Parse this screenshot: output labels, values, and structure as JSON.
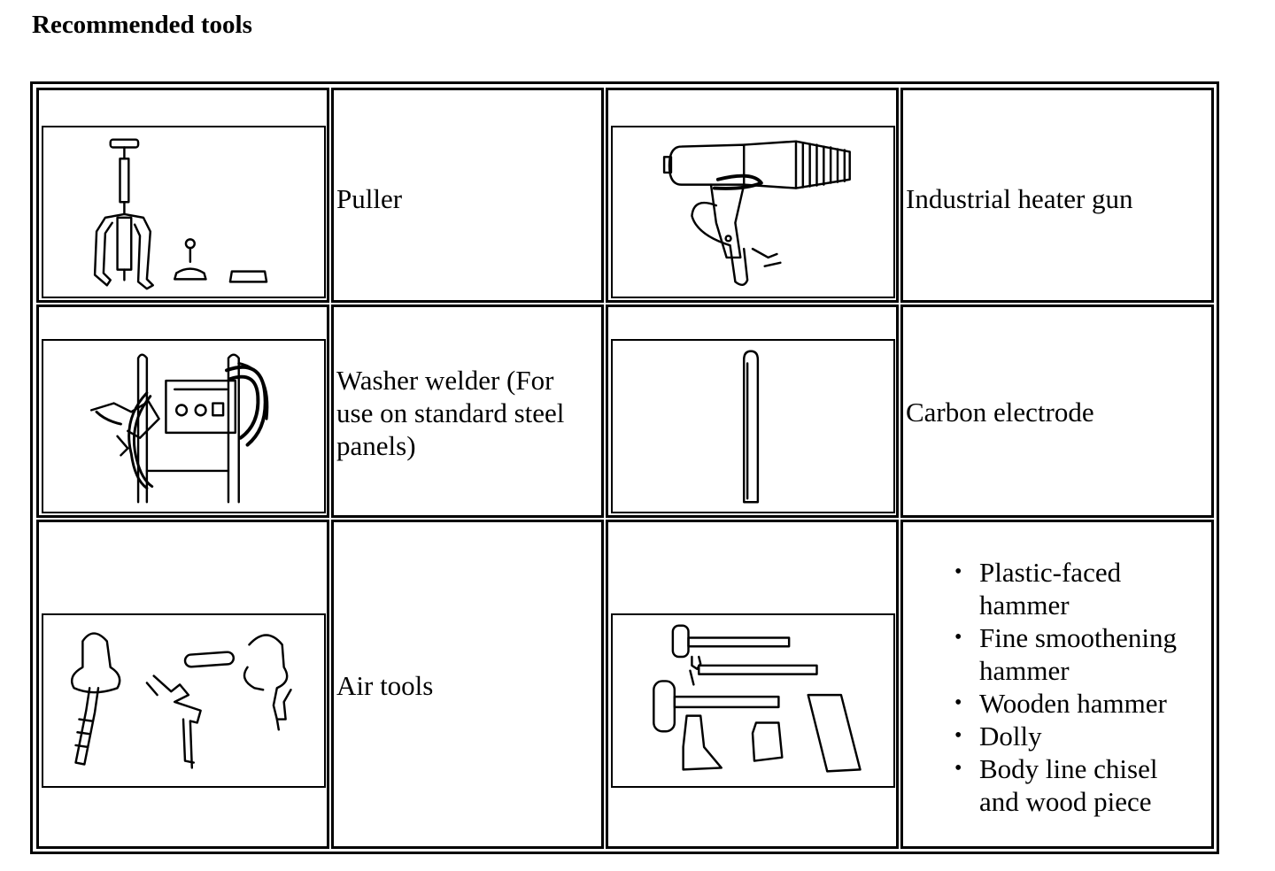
{
  "page": {
    "title": "Recommended tools"
  },
  "tools": [
    {
      "icon": "puller-icon",
      "label": "Puller"
    },
    {
      "icon": "heater-gun-icon",
      "label": "Industrial heater gun"
    },
    {
      "icon": "washer-welder-icon",
      "label": "Washer welder (For use on standard steel panels)"
    },
    {
      "icon": "carbon-electrode-icon",
      "label": "Carbon electrode"
    },
    {
      "icon": "air-tools-icon",
      "label": "Air tools"
    },
    {
      "icon": "hammers-dolly-icon",
      "label": ""
    }
  ],
  "hammer_list": [
    "Plastic-faced hammer",
    "Fine smoothening hammer",
    "Wooden hammer",
    "Dolly",
    "Body line chisel and wood piece"
  ]
}
